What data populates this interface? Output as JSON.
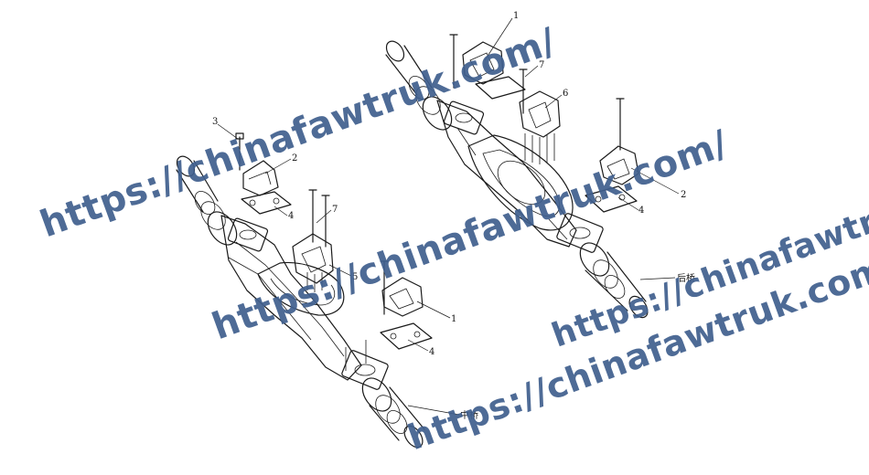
{
  "diagram": {
    "callouts": {
      "c1_right": "1",
      "c7_right": "7",
      "c6_right": "6",
      "c2_right": "2",
      "c4_right": "4",
      "rear_axle": "后桥",
      "c3_left": "3",
      "c2_left": "2",
      "c4_left_upper": "4",
      "c7_left": "7",
      "c5_left": "5",
      "c1_left": "1",
      "c4_left_lower": "4",
      "middle_axle": "中桥"
    }
  },
  "watermarks": [
    "https://chinafawtruk.com/",
    "https://chinafawtruk.com/",
    "https://chinafawtruk.com/",
    "https://chinafawtruk.com/"
  ]
}
